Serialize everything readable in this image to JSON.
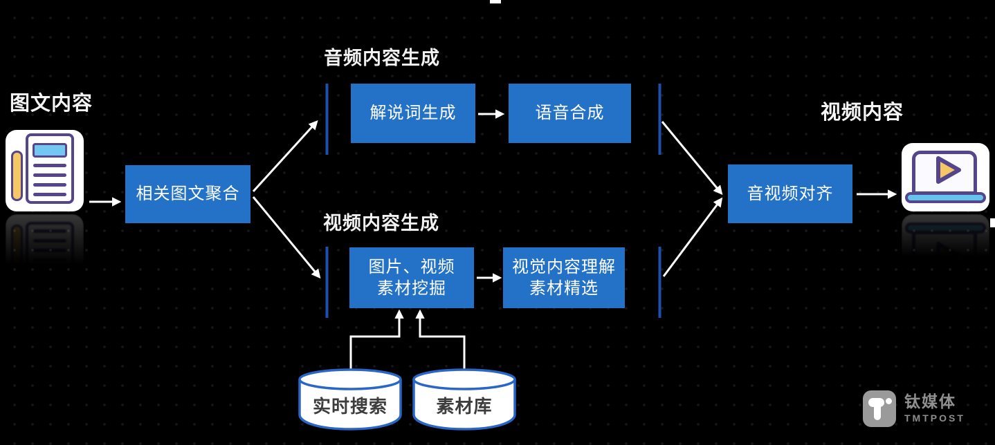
{
  "diagram": {
    "input": {
      "label": "图文内容"
    },
    "aggregate": {
      "label": "相关图文聚合"
    },
    "audio_section": {
      "title": "音频内容生成",
      "narration": {
        "label": "解说词生成"
      },
      "tts": {
        "label": "语音合成"
      }
    },
    "video_section": {
      "title": "视频内容生成",
      "mining": {
        "label": "图片、视频\n素材挖掘"
      },
      "visual": {
        "label": "视觉内容理解\n素材精选"
      }
    },
    "align": {
      "label": "音视频对齐"
    },
    "output": {
      "label": "视频内容"
    },
    "datastores": {
      "realtime": {
        "label": "实时搜索"
      },
      "library": {
        "label": "素材库"
      }
    }
  },
  "watermark": {
    "brand_cn": "钛媒体",
    "brand_en": "TMTPOST"
  },
  "colors": {
    "background": "#000000",
    "node_blue": "#2472c8",
    "section_bar_blue": "#1d4fae",
    "arrow_white": "#ffffff",
    "cylinder_outline_blue": "#2a66c8",
    "cylinder_text": "#3d3d3d",
    "icon_purple": "#55458c",
    "icon_yellow": "#f5c865",
    "icon_light_blue": "#74c7f3",
    "laptop_base_blue": "#66c4ec",
    "watermark_gray": "#909090"
  }
}
